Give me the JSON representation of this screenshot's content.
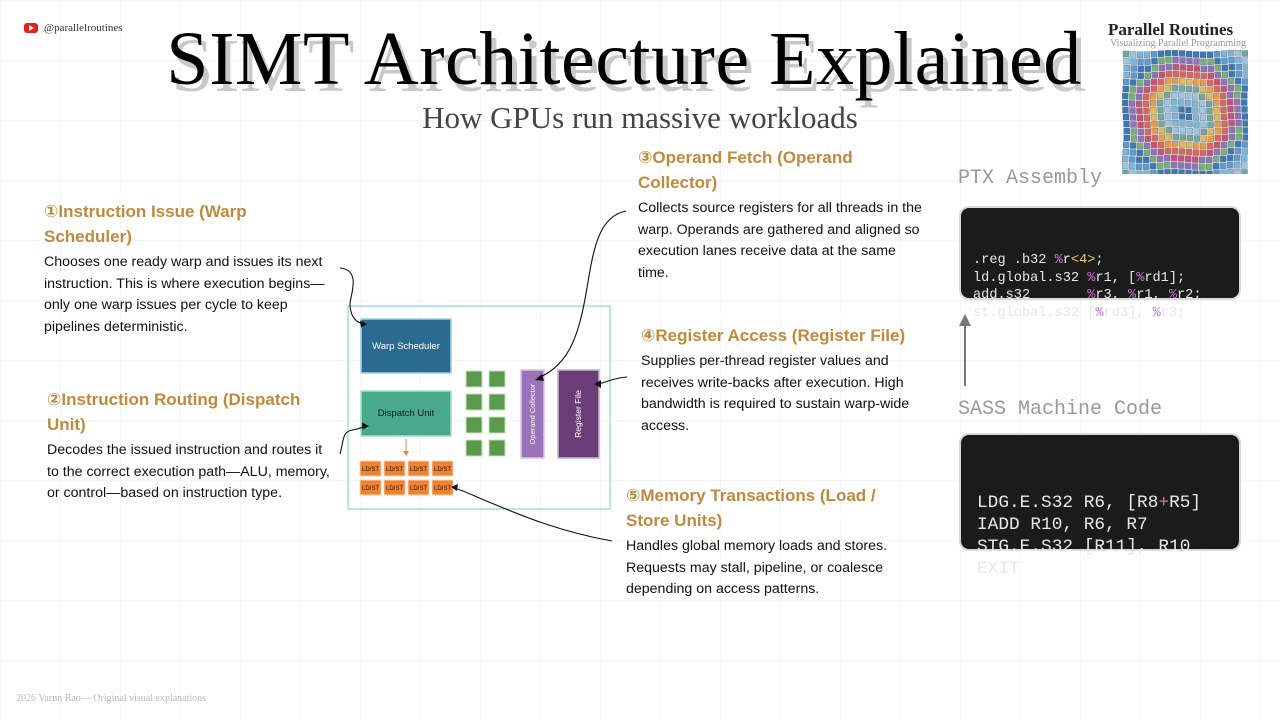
{
  "header": {
    "channel_handle": "@parallelroutines",
    "title": "SIMT Architecture Explained",
    "subtitle": "How GPUs run massive workloads"
  },
  "brand": {
    "name": "Parallel Routines",
    "tagline": "Visualizing Parallel Programming"
  },
  "steps": [
    {
      "title": "①Instruction Issue (Warp Scheduler)",
      "desc": "Chooses one ready warp and issues its next instruction. This is where execution begins—only one warp issues per cycle to keep pipelines deterministic."
    },
    {
      "title": "②Instruction Routing (Dispatch Unit)",
      "desc": "Decodes the issued instruction and routes it to the correct execution path—ALU, memory, or control—based on instruction type."
    },
    {
      "title": "③Operand Fetch (Operand Collector)",
      "desc": "Collects source registers for all threads in the warp. Operands are gathered and aligned so execution lanes receive data at the same time."
    },
    {
      "title": "④Register Access (Register File)",
      "desc": "Supplies per-thread register values and receives write-backs after execution. High bandwidth is required to sustain warp-wide access."
    },
    {
      "title": "⑤Memory Transactions (Load / Store Units)",
      "desc": "Handles global memory loads and stores. Requests may stall, pipeline, or coalesce depending on access patterns."
    }
  ],
  "diagram": {
    "warp_scheduler": "Warp Scheduler",
    "dispatch_unit": "Dispatch Unit",
    "operand_collector": "Operand Collector",
    "register_file": "Register File",
    "ldst_label": "LD/ST"
  },
  "code": {
    "ptx_label": "PTX Assembly",
    "sass_label": "SASS Machine Code",
    "ptx_lines": [
      ".reg .b32 %r<4>;",
      "ld.global.s32 %r1, [%rd1];",
      "add.s32       %r3, %r1, %r2;",
      "st.global.s32 [%rd3], %r3;"
    ],
    "sass_lines": [
      "LDG.E.S32 R6, [R8+R5]",
      "IADD R10, R6, R7",
      "STG.E.S32 [R11], R10",
      "EXIT"
    ]
  },
  "footer": {
    "text": "2026 Varun Rao— Original visual explanations"
  },
  "colors": {
    "accent": "#c08a3e",
    "warp_scheduler": "#2b6a91",
    "dispatch_unit": "#48a98c",
    "alu_core": "#5a9a4d",
    "operand_collector": "#9a72b8",
    "register_file": "#6b3d78",
    "ldst": "#f0822f",
    "sm_border": "#a6ded8"
  },
  "icons": {
    "channel": "youtube-icon",
    "brand": "logo-grid-icon"
  }
}
